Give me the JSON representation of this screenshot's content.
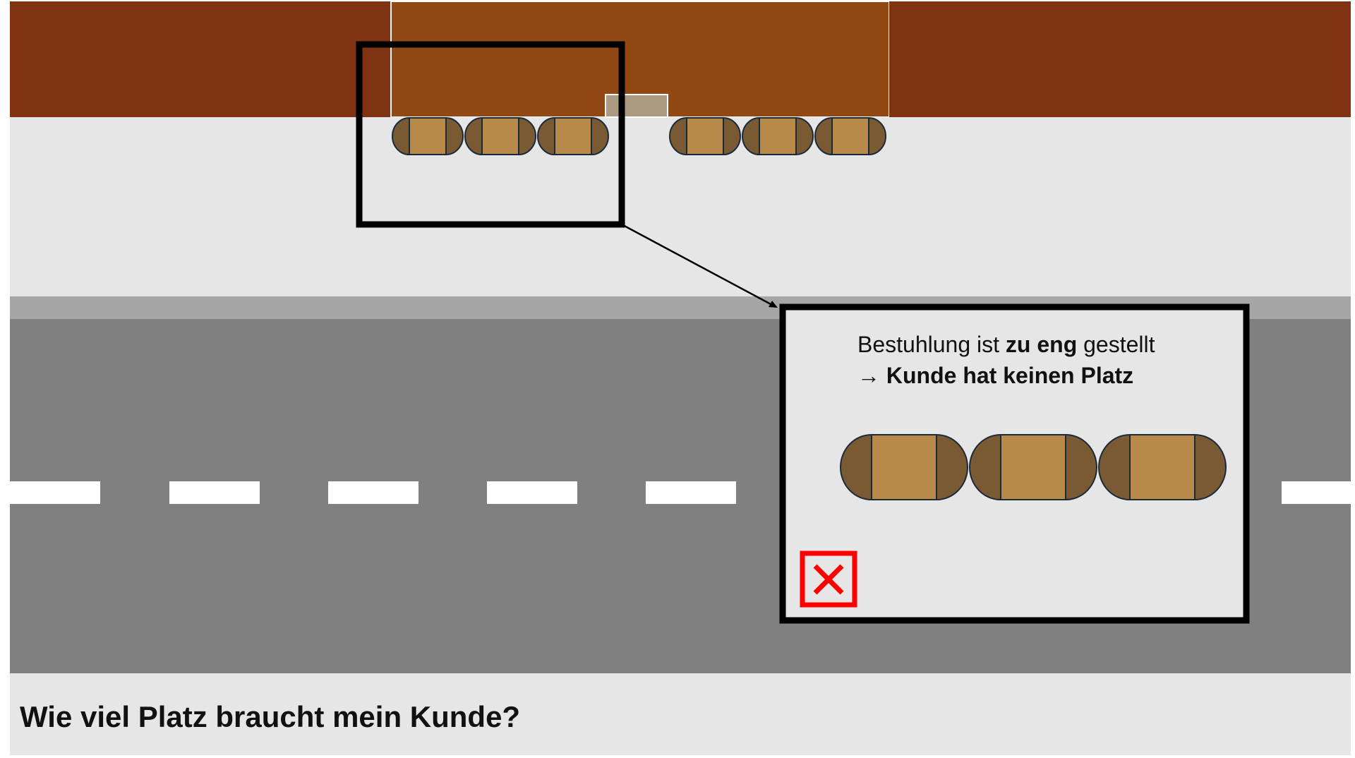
{
  "callout": {
    "line1_pre": "Bestuhlung ist ",
    "line1_bold": "zu eng",
    "line1_post": " gestellt",
    "line2_arrow": "→",
    "line2_bold": "Kunde hat keinen Platz",
    "status_icon": "red-x-icon"
  },
  "title": "Wie viel Platz braucht mein Kunde?",
  "colors": {
    "building": "#803312",
    "building_storefront": "#924812",
    "sidewalk": "#e6e6e6",
    "curb": "#a6a6a6",
    "road": "#808080",
    "lane_marking": "#ffffff",
    "table": "#b88a4a",
    "chair": "#7a5a33",
    "door": "#ad9a83",
    "frame": "#000000",
    "error": "#ff0000"
  }
}
